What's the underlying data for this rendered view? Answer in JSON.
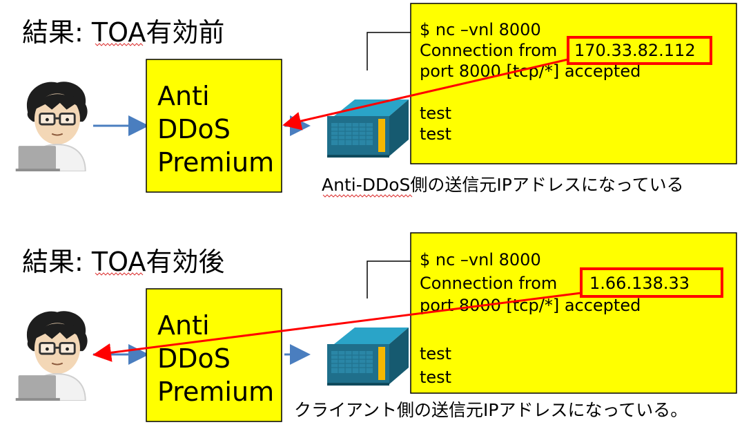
{
  "panels": [
    {
      "title": "結果: TOA有効前",
      "anti_ddos_box": [
        "Anti",
        "DDoS",
        "Premium"
      ],
      "terminal": {
        "line1": "$ nc –vnl 8000",
        "line2_prefix": "Connection from",
        "ip": "170.33.82.112",
        "line3": "port 8000 [tcp/*] accepted",
        "line4": "test",
        "line5": "test"
      },
      "caption": "Anti-DDoS側の送信元IPアドレスになっている"
    },
    {
      "title": "結果: TOA有効後",
      "anti_ddos_box": [
        "Anti",
        "DDoS",
        "Premium"
      ],
      "terminal": {
        "line1": "$ nc –vnl 8000",
        "line2_prefix": "Connection from",
        "ip": "1.66.138.33",
        "line3": "port 8000 [tcp/*] accepted",
        "line4": "test",
        "line5": "test"
      },
      "caption": "クライアント側の送信元IPアドレスになっている。"
    }
  ],
  "icons": {
    "client": "user-at-laptop-icon",
    "server": "server-appliance-icon"
  },
  "colors": {
    "box_fill": "#ffff00",
    "highlight": "#ff0000",
    "flow_arrow": "#4a7ebf",
    "server_body": "#1f6f8b",
    "server_top": "#2aa4c8",
    "server_accent": "#f5b800"
  }
}
